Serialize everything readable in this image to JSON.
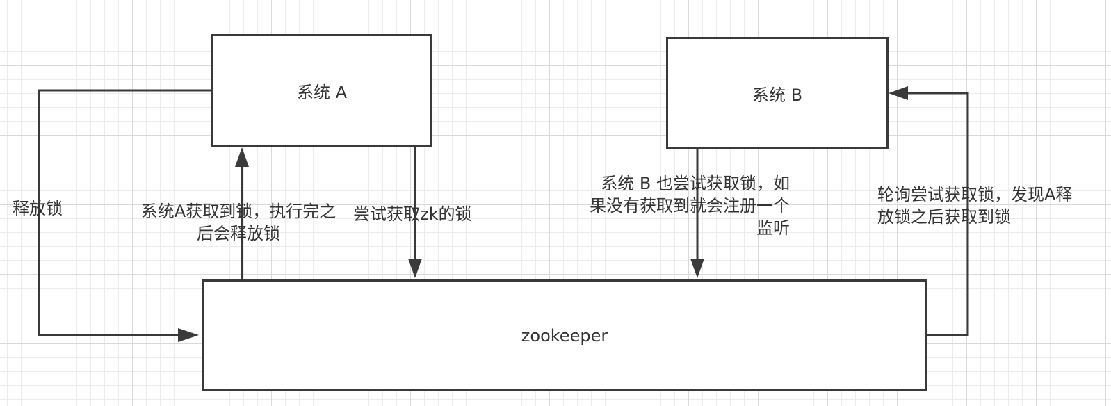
{
  "colors": {
    "line": "#3a3a3a",
    "text": "#333333",
    "grid": "#d9d9d9"
  },
  "nodes": {
    "system_a": "系统 A",
    "system_b": "系统 B",
    "zookeeper": "zookeeper"
  },
  "labels": {
    "release_lock": "释放锁",
    "a_acquired": "系统A获取到锁，执行完之\n后会释放锁",
    "try_zk_lock": "尝试获取zk的锁",
    "b_try": "系统 B 也尝试获取锁，如\n果没有获取到就会注册一个\n监听",
    "poll": "轮询尝试获取锁，发现A释\n放锁之后获取到锁"
  }
}
